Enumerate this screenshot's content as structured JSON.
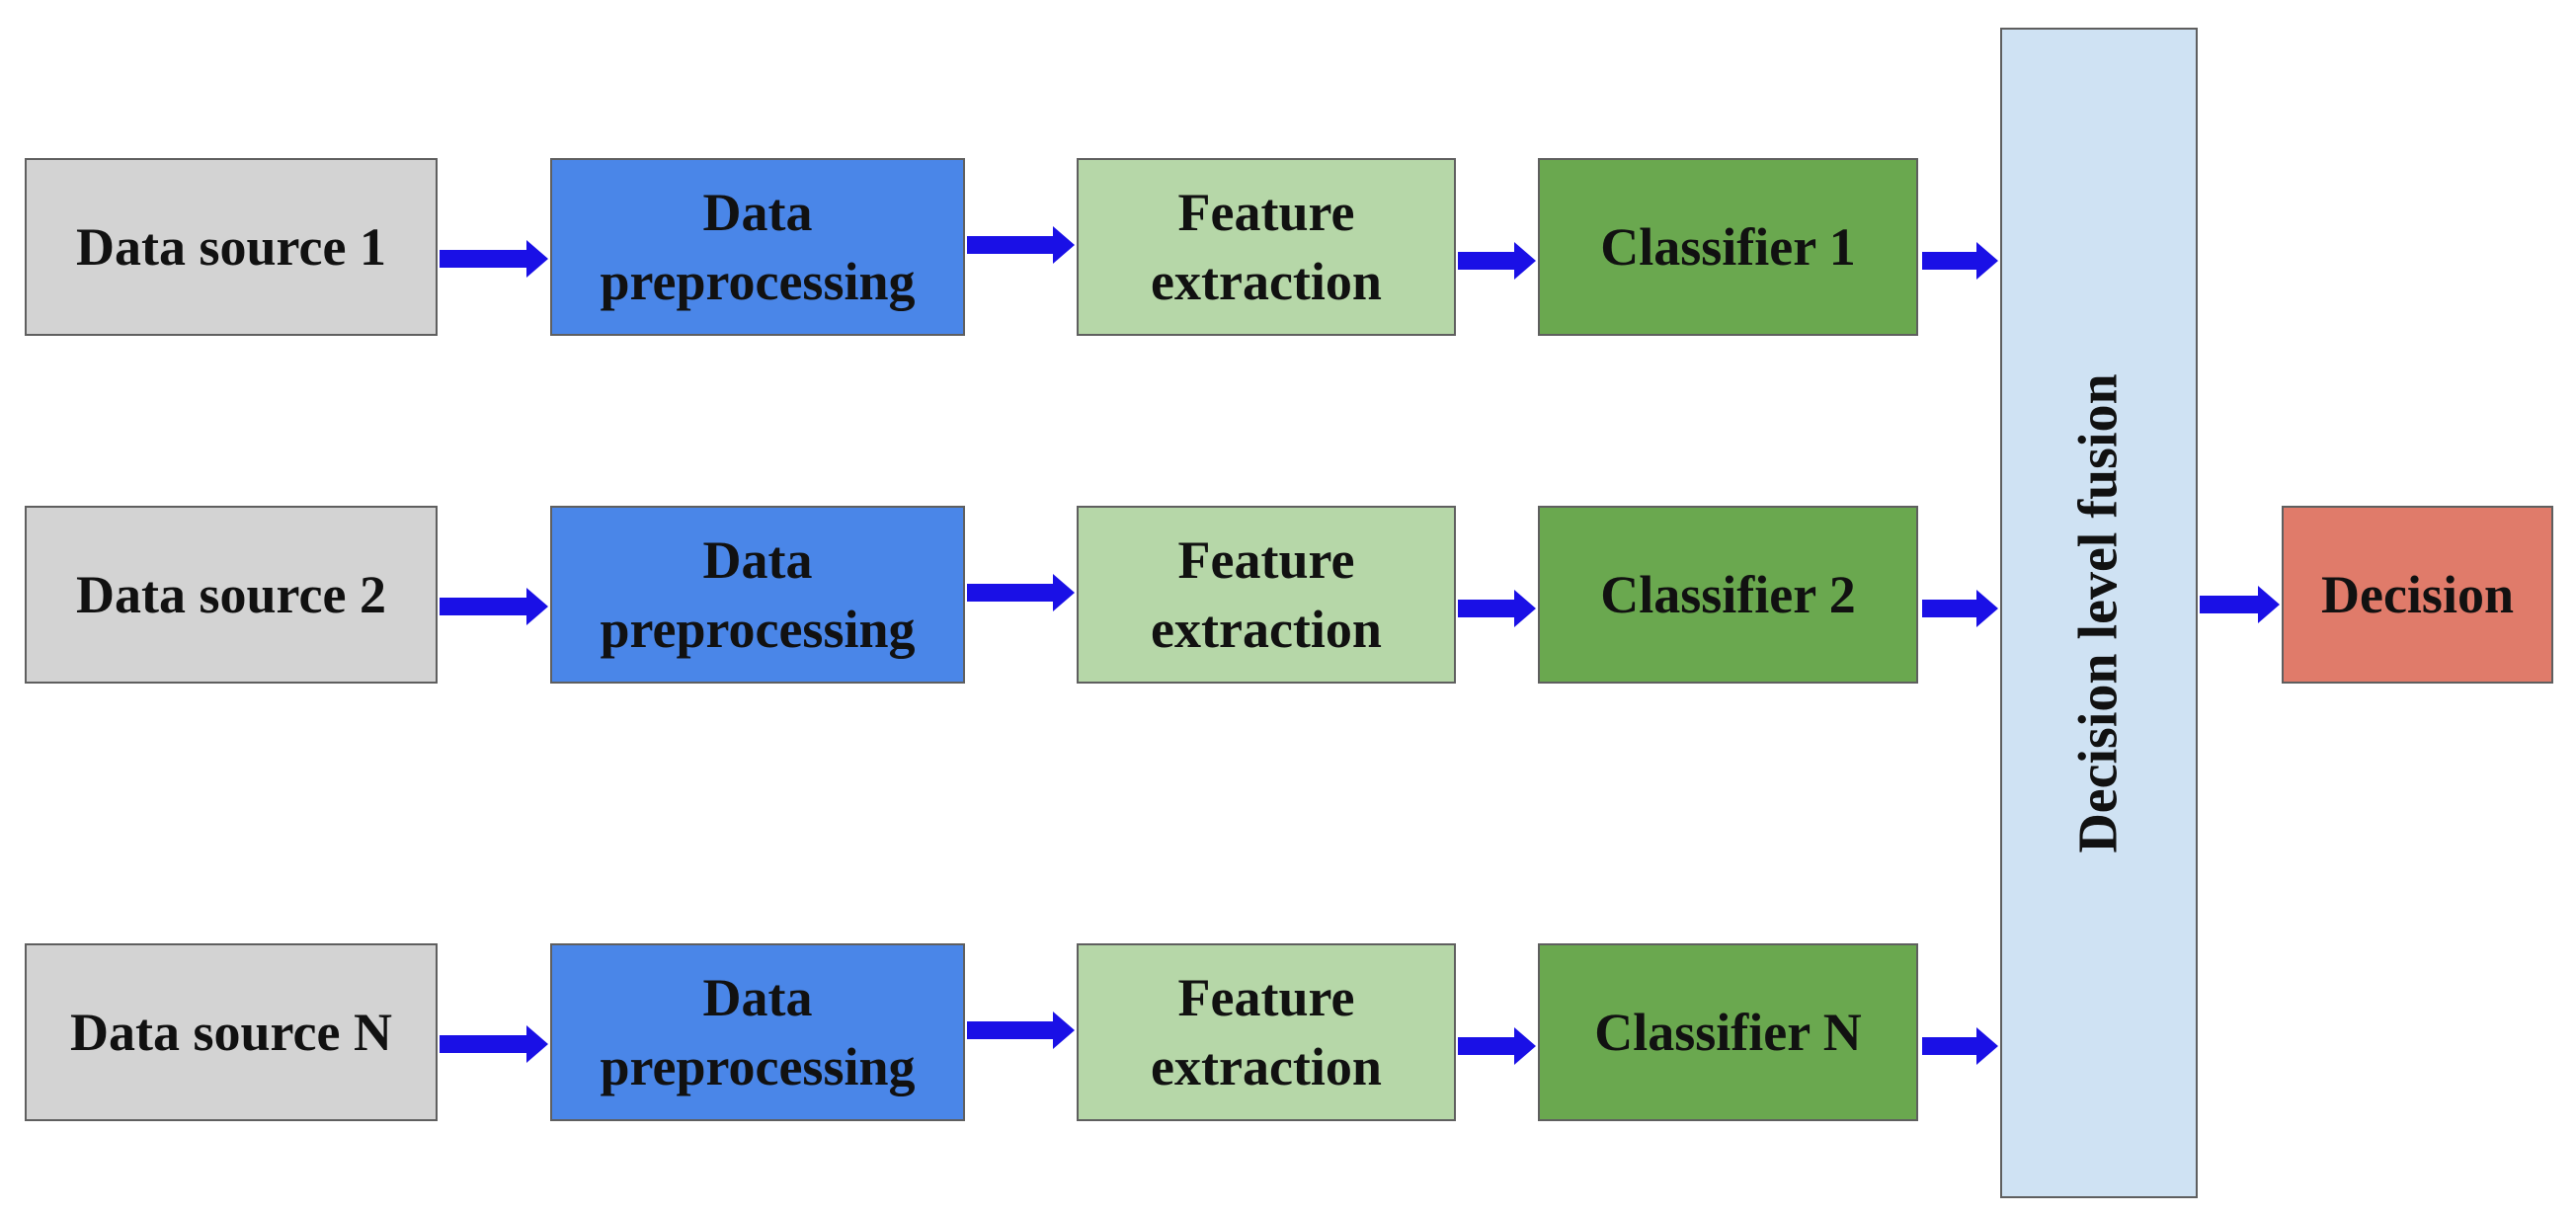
{
  "colors": {
    "source": "#d3d3d3",
    "preprocess": "#4a86e8",
    "feature": "#b6d7a8",
    "classifier": "#6aa84f",
    "fusion": "#cfe2f3",
    "decision": "#e07b6a",
    "arrow": "#1a10e6"
  },
  "rows": [
    {
      "source": "Data source 1",
      "preprocess": [
        "Data",
        "preprocessing"
      ],
      "feature": [
        "Feature",
        "extraction"
      ],
      "classifier": "Classifier 1"
    },
    {
      "source": "Data source 2",
      "preprocess": [
        "Data",
        "preprocessing"
      ],
      "feature": [
        "Feature",
        "extraction"
      ],
      "classifier": "Classifier 2"
    },
    {
      "source": "Data source N",
      "preprocess": [
        "Data",
        "preprocessing"
      ],
      "feature": [
        "Feature",
        "extraction"
      ],
      "classifier": "Classifier N"
    }
  ],
  "fusion": {
    "label": "Decision level fusion"
  },
  "decision": {
    "label": "Decision"
  }
}
